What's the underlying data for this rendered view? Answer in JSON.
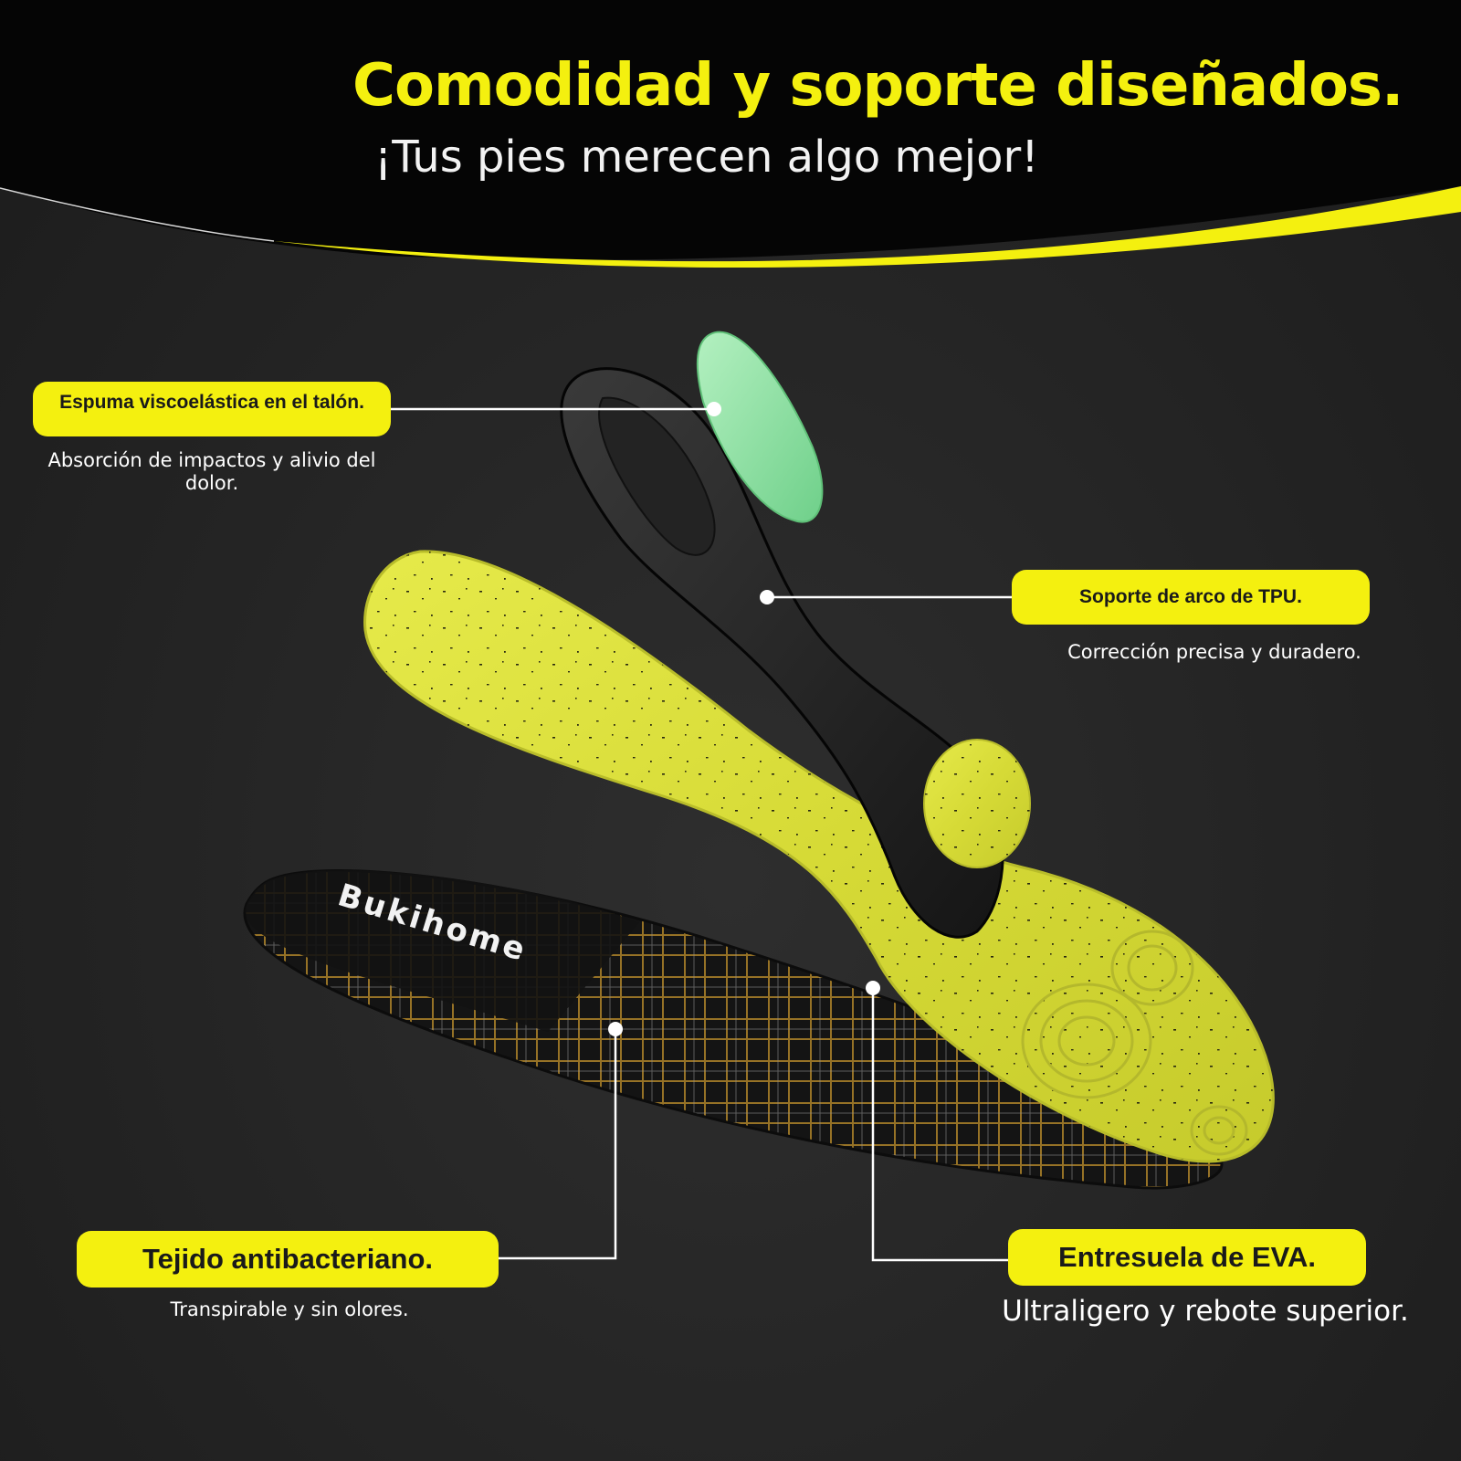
{
  "header": {
    "title": "Comodidad y soporte diseñados.",
    "subtitle": "¡Tus pies merecen algo mejor!"
  },
  "brand": {
    "logo_text": "Bukihome"
  },
  "callouts": [
    {
      "id": "heel",
      "title": "Espuma viscoelástica en el talón.",
      "description": "Absorción de impactos y alivio del dolor."
    },
    {
      "id": "arch",
      "title": "Soporte de arco de TPU.",
      "description": "Corrección precisa y duradero."
    },
    {
      "id": "fabric",
      "title": "Tejido antibacteriano.",
      "description": "Transpirable y sin olores."
    },
    {
      "id": "eva",
      "title": "Entresuela de EVA.",
      "description": "Ultraligero y rebote superior."
    }
  ],
  "colors": {
    "accent_yellow": "#f4f00f",
    "insole_yellow": "#d9dd3a",
    "gel_green": "#8fe0a0",
    "background": "#262626",
    "header_black": "#050505",
    "text_white": "#ffffff"
  }
}
